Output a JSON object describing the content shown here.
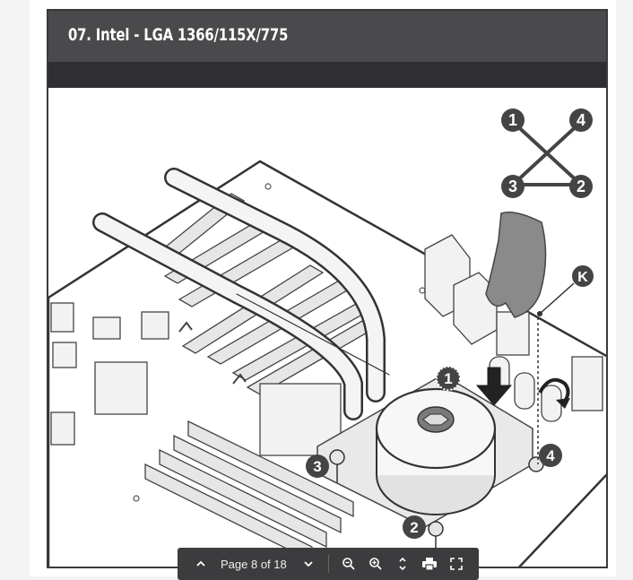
{
  "document": {
    "section_title": "07. Intel - LGA 1366/115X/775"
  },
  "diagram": {
    "sequence_labels": [
      "1",
      "4",
      "3",
      "2"
    ],
    "step_markers": [
      "1",
      "2",
      "3",
      "4"
    ],
    "part_label": "K"
  },
  "toolbar": {
    "page_label": "Page 8 of 18",
    "icons": [
      "chevron-up-icon",
      "chevron-down-icon",
      "zoom-out-icon",
      "zoom-in-icon",
      "fit-vertical-icon",
      "print-icon",
      "fullscreen-icon"
    ]
  }
}
